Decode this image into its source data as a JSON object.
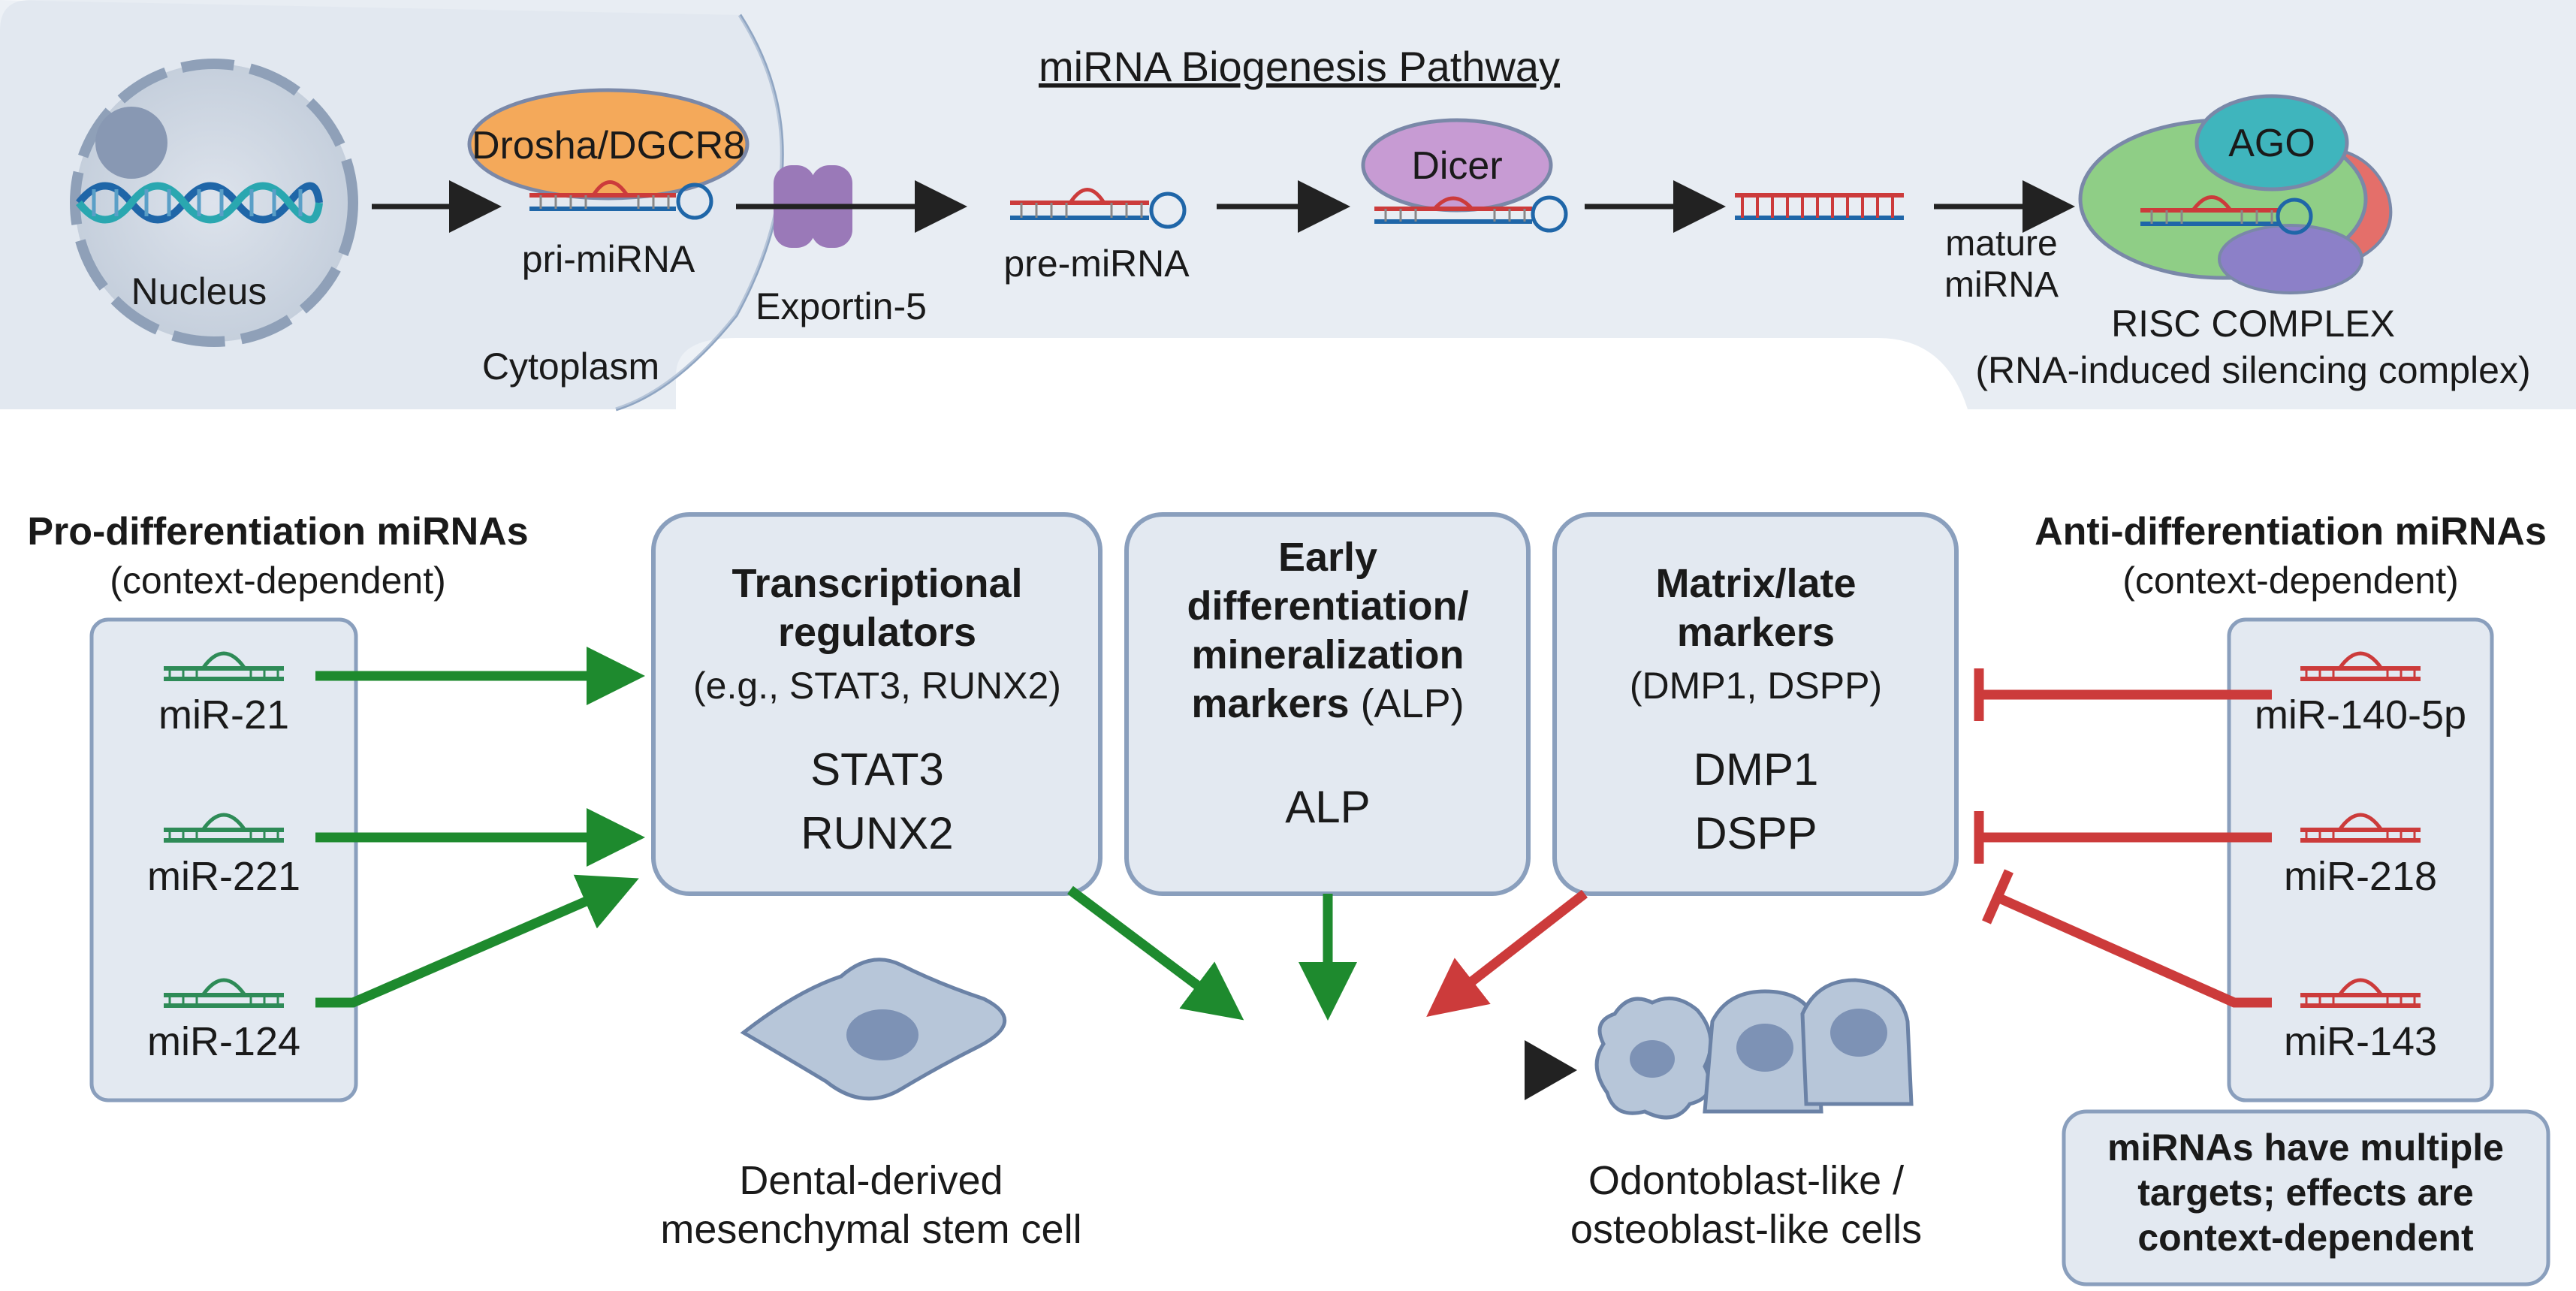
{
  "colors": {
    "pro_arrow": "#1e8a2e",
    "anti_arrow": "#cc3b3b",
    "box_fill": "#e3e9f1",
    "box_stroke": "#8a9fbd",
    "top_band": "#e8edf3",
    "mirna_green": "#2e8b57",
    "mirna_red": "#cc3b3b",
    "drosha": "#f4a95a",
    "dicer": "#c79bd3",
    "ago": "#3fb5bd",
    "risc_green": "#8fce86",
    "risc_red": "#e46f6a",
    "risc_purple": "#8c80c8",
    "exportin": "#9a79b8"
  },
  "pathway": {
    "title": "miRNA Biogenesis Pathway",
    "nucleus": "Nucleus",
    "cytoplasm": "Cytoplasm",
    "drosha": "Drosha/DGCR8",
    "pri": "pri-miRNA",
    "exportin": "Exportin-5",
    "pre": "pre-miRNA",
    "dicer": "Dicer",
    "mature_line1": "mature",
    "mature_line2": "miRNA",
    "ago": "AGO",
    "risc_line1": "RISC COMPLEX",
    "risc_line2": "(RNA-induced silencing complex)"
  },
  "pro": {
    "title": "Pro-differentiation miRNAs",
    "subtitle": "(context-dependent)",
    "items": [
      "miR-21",
      "miR-221",
      "miR-124"
    ]
  },
  "anti": {
    "title": "Anti-differentiation miRNAs",
    "subtitle": "(context-dependent)",
    "items": [
      "miR-140-5p",
      "miR-218",
      "miR-143"
    ]
  },
  "boxes": {
    "transcriptional": {
      "line1": "Transcriptional",
      "line2": "regulators",
      "line3": "(e.g., STAT3, RUNX2)",
      "gene1": "STAT3",
      "gene2": "RUNX2"
    },
    "early": {
      "line1": "Early",
      "line2": "differentiation/",
      "line3": "mineralization",
      "line4_bold": "markers",
      "line4_normal": " (ALP)",
      "gene1": "ALP"
    },
    "matrix": {
      "line1": "Matrix/late",
      "line2": "markers",
      "line3": "(DMP1, DSPP)",
      "gene1": "DMP1",
      "gene2": "DSPP"
    }
  },
  "cells": {
    "stem_line1": "Dental-derived",
    "stem_line2": "mesenchymal stem cell",
    "odonto_line1": "Odontoblast-like /",
    "odonto_line2": "osteoblast-like cells"
  },
  "note": {
    "line1": "miRNAs have multiple",
    "line2": "targets; effects are",
    "line3": "context-dependent"
  }
}
